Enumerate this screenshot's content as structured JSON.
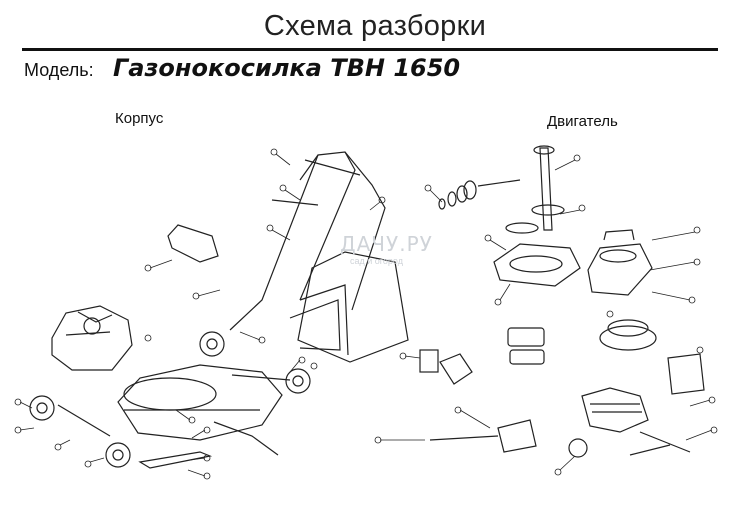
{
  "header": {
    "title": "Схема разборки",
    "model_label": "Модель:",
    "model_name": "Газонокосилка TBH 1650"
  },
  "sections": {
    "body_label": "Корпус",
    "engine_label": "Двигатель"
  },
  "watermark": {
    "text": "ДАЧУ.РУ",
    "subtext": "сад и огород"
  },
  "colors": {
    "ink": "#111111",
    "background": "#ffffff",
    "watermark": "#cfd3d8"
  }
}
